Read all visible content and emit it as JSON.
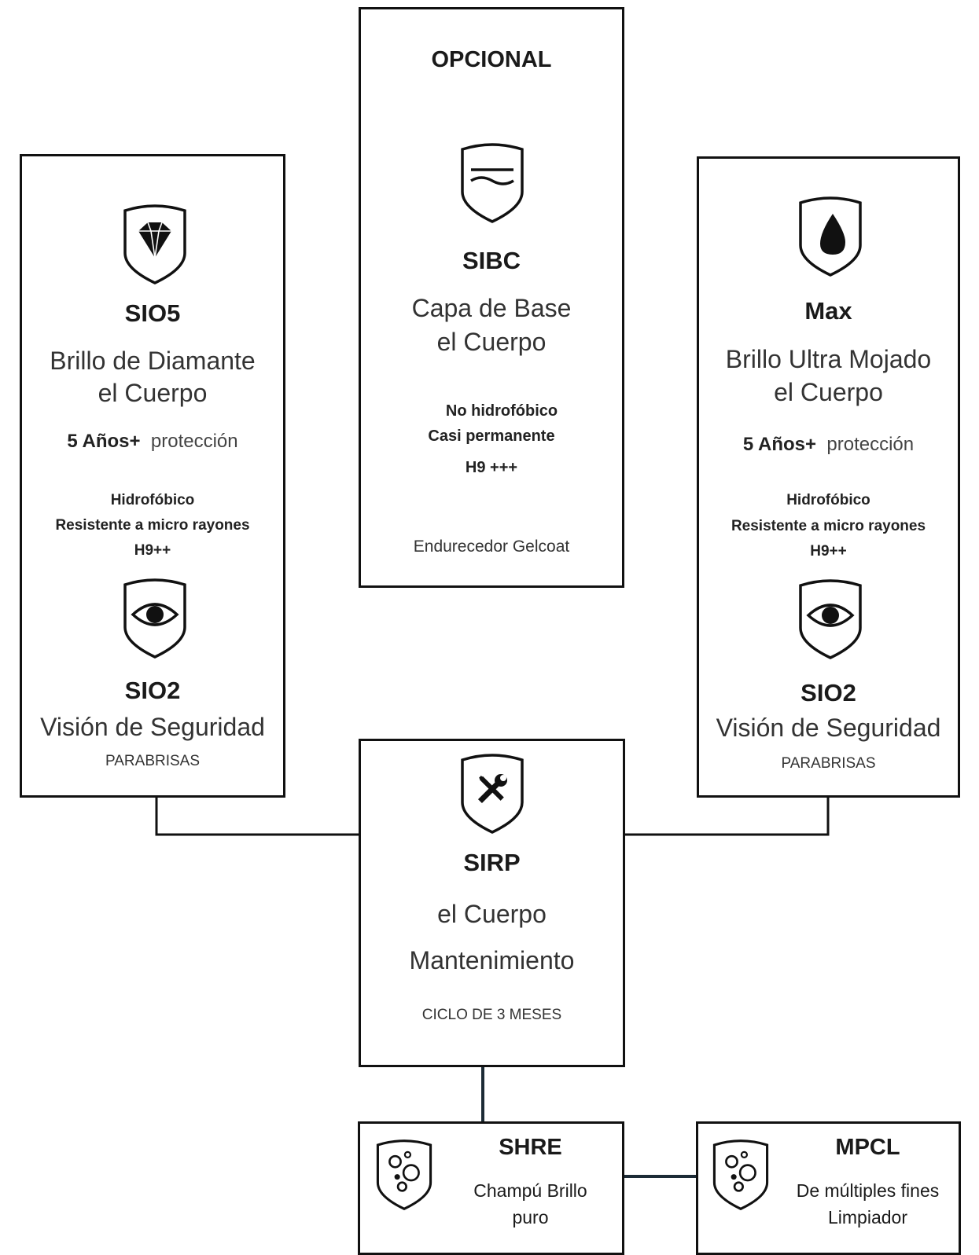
{
  "colors": {
    "border": "#111111",
    "connector_dark": "#1c2b36",
    "text": "#1a1a1a"
  },
  "left_box": {
    "icon_top": "diamond-shield-icon",
    "code": "SIO5",
    "title_line1": "Brillo de Diamante",
    "title_line2": "el Cuerpo",
    "protection_years": "5 Años+",
    "protection_label": "protección",
    "feature1": "Hidrofóbico",
    "feature2": "Resistente a micro rayones",
    "feature3": "H9++",
    "icon_bottom": "eye-shield-icon",
    "sub_code": "SIO2",
    "sub_title": "Visión de Seguridad",
    "sub_note": "PARABRISAS"
  },
  "center_box": {
    "header": "OPCIONAL",
    "icon": "waves-shield-icon",
    "code": "SIBC",
    "title_line1": "Capa de Base",
    "title_line2": "el Cuerpo",
    "feature1": "No hidrofóbico",
    "feature2": "Casi permanente",
    "feature3": "H9 +++",
    "note": "Endurecedor Gelcoat"
  },
  "right_box": {
    "icon_top": "water-drop-shield-icon",
    "code": "Max",
    "title_line1": "Brillo Ultra Mojado",
    "title_line2": "el Cuerpo",
    "protection_years": "5 Años+",
    "protection_label": "protección",
    "feature1": "Hidrofóbico",
    "feature2": "Resistente a micro rayones",
    "feature3": "H9++",
    "icon_bottom": "eye-shield-icon",
    "sub_code": "SIO2",
    "sub_title": "Visión de Seguridad",
    "sub_note": "PARABRISAS"
  },
  "maintenance_box": {
    "icon": "tools-shield-icon",
    "code": "SIRP",
    "title_line1": "el Cuerpo",
    "title_line2": "Mantenimiento",
    "note": "CICLO DE 3 MESES"
  },
  "shampoo_box": {
    "icon": "bubbles-shield-icon",
    "code": "SHRE",
    "line1": "Champú Brillo",
    "line2": "puro"
  },
  "cleaner_box": {
    "icon": "bubbles-shield-icon",
    "code": "MPCL",
    "line1": "De múltiples fines",
    "line2": "Limpiador"
  }
}
